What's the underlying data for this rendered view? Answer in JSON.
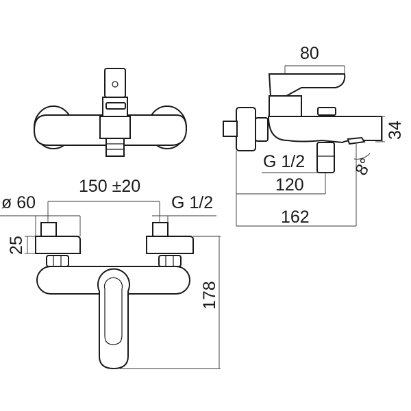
{
  "drawing": {
    "top_view": {},
    "side_view": {
      "dims": {
        "lever_length": "80",
        "body_height": "34",
        "outlet_thread": "G 1/2",
        "outlet_distance": "120",
        "total_depth": "162",
        "spout_angle": "8°"
      }
    },
    "front_view": {
      "dims": {
        "center_distance": "150 ±20",
        "flange_diameter": "ø 60",
        "inlet_thread": "G 1/2",
        "flange_depth": "25",
        "total_height": "178"
      }
    }
  }
}
